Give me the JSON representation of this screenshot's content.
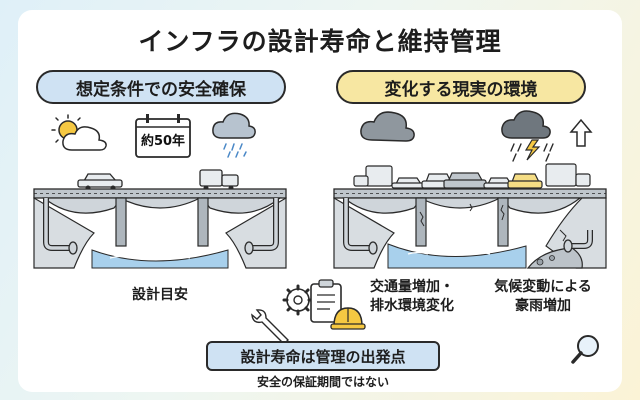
{
  "title": "インフラの設計寿命と維持管理",
  "left_panel": {
    "heading": "想定条件での安全確保",
    "calendar_text": "約50年",
    "label": "設計目安"
  },
  "right_panel": {
    "heading": "変化する現実の環境",
    "label_traffic": "交通量増加・\n排水環境変化",
    "label_climate": "気候変動による\n豪雨増加"
  },
  "bottom": {
    "main": "設計寿命は管理の出発点",
    "sub": "安全の保証期間ではない"
  },
  "icons": [
    "sun-cloud-icon",
    "calendar-icon",
    "rain-cloud-icon",
    "storm-cloud-icon",
    "arrow-up-icon",
    "gear-icon",
    "clipboard-icon",
    "helmet-icon",
    "wrench-icon",
    "magnifier-icon"
  ]
}
